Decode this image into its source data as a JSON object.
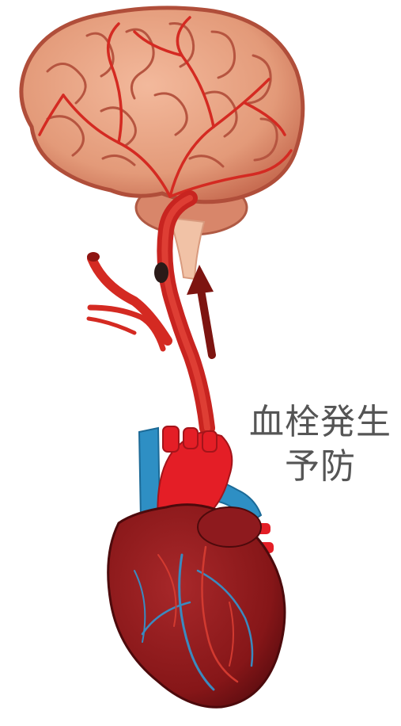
{
  "caption": {
    "line1": "血栓発生",
    "line2": "予防"
  },
  "illustration": {
    "subjects": [
      "brain",
      "carotid-artery",
      "blood-clot",
      "heart"
    ],
    "colors": {
      "brain_tissue": "#e8a07f",
      "brain_shadow": "#b85a44",
      "vessel": "#d42a22",
      "vessel_dark": "#8e1512",
      "clot": "#2b1a18",
      "arrow": "#7d1410",
      "heart_muscle": "#8e1a1e",
      "aorta_red": "#e41e26",
      "vein_blue": "#2e8fc4",
      "caption_text": "#555555"
    }
  }
}
